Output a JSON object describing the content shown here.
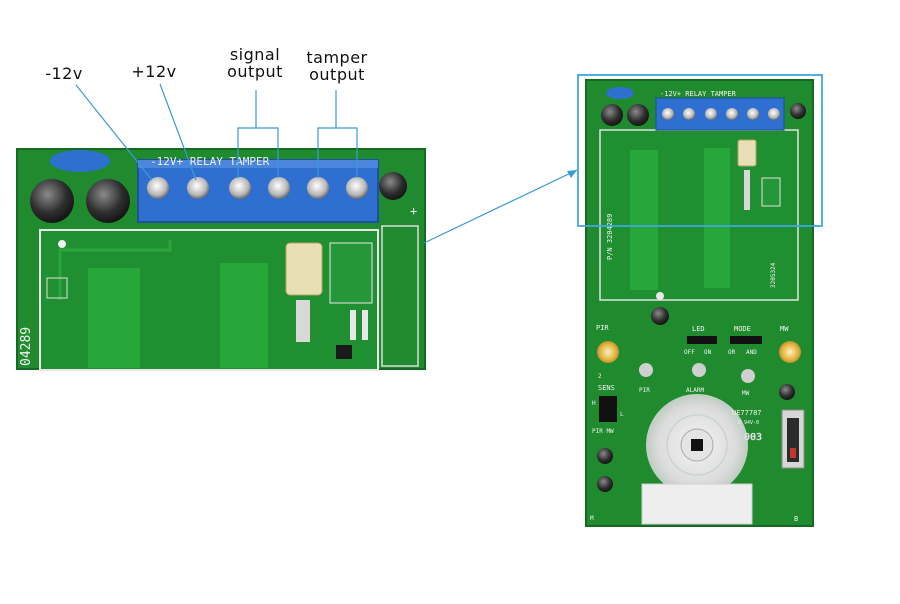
{
  "callouts": {
    "minus12v": "-12v",
    "plus12v": "+12v",
    "signal_line1": "signal",
    "signal_line2": "output",
    "tamper_line1": "tamper",
    "tamper_line2": "output"
  },
  "closeup_board": {
    "terminal_header": "-12V+   RELAY   TAMPER",
    "side_code": "04289",
    "plus_mark": "+"
  },
  "full_board": {
    "terminal_header": "-12V+  RELAY  TAMPER",
    "part_number": "P/N 3204289",
    "vertical_code": "3205324",
    "pir_label": "PIR",
    "led_label": "LED",
    "led_off": "OFF",
    "led_on": "ON",
    "mode_label": "MODE",
    "mode_or": "OR",
    "mode_and": "AND",
    "mw_label": "MW",
    "sens_label": "SENS",
    "sens_h": "H",
    "sens_l": "L",
    "sens_pir_mw": "PIR MW",
    "pir_led_label": "PIR",
    "alarm_label": "ALARM",
    "mw_led_label": "MW",
    "chip_code": "UE77787",
    "chip_sub": "D 94V-0",
    "digits": "003",
    "num_2": "2",
    "corner_b": "B",
    "corner_m": "M"
  },
  "colors": {
    "pcb_green": "#1f8a2e",
    "pcb_dark": "#157022",
    "terminal_blue": "#2f6fd0",
    "highlight_box": "#3ea8dc",
    "callout_line": "#3a9ad8"
  }
}
